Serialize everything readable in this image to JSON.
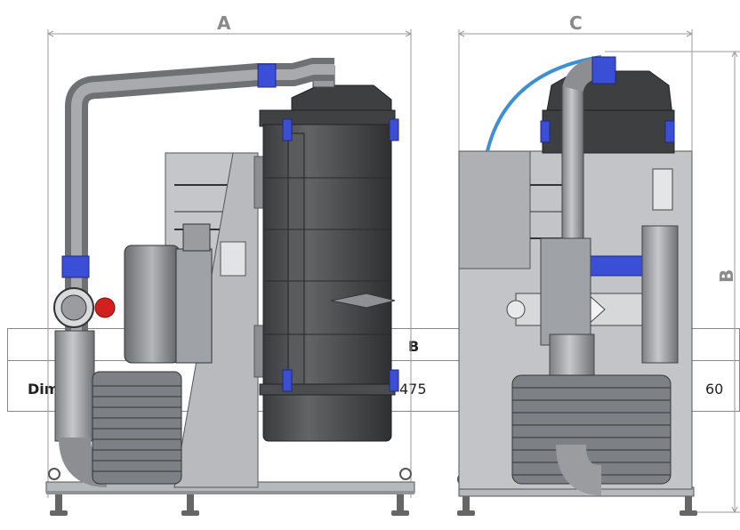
{
  "dimensions": {
    "A": "A",
    "B": "B",
    "C": "C"
  },
  "table": {
    "header_b": "B",
    "row_label": "Dim",
    "value_b": "475",
    "value_c": "60"
  },
  "colors": {
    "frame": "#b5b8bc",
    "tank": "#4a4b4d",
    "pipe": "#9a9ca0",
    "accent_blue": "#3b4fd6",
    "stop_button": "#d2201e",
    "hose": "#3d8fd6",
    "dimension_line": "#9a9a9a"
  }
}
